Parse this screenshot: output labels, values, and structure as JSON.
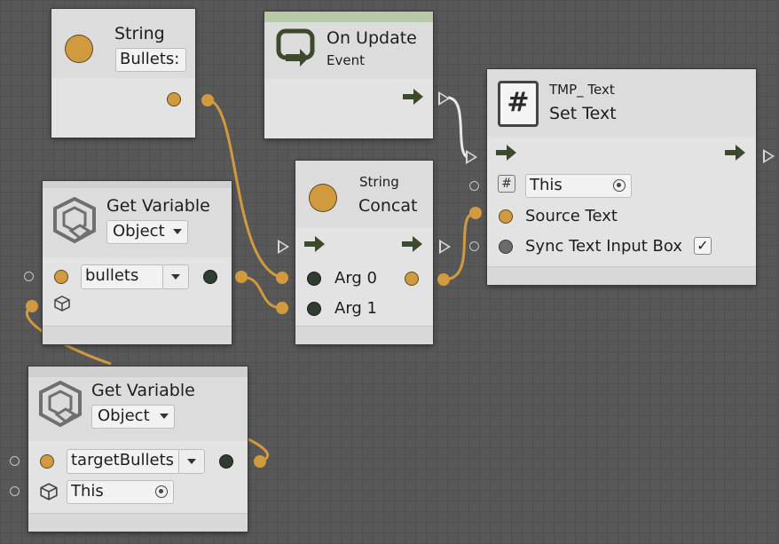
{
  "colors": {
    "canvas": "#585858",
    "node_body": "#e3e3e3",
    "value_port": "#d19a3e",
    "object_port": "#2f3d30",
    "bool_port": "#6b6b6b",
    "flow_arrow": "#3b4a2a",
    "event_bar": "#b8c9a8"
  },
  "string_node": {
    "title": "String",
    "value": "Bullets:"
  },
  "on_update": {
    "title": "On Update",
    "subtitle": "Event"
  },
  "get_variable_1": {
    "title": "Get Variable",
    "kind": "Object",
    "variable": "bullets"
  },
  "concat": {
    "category": "String",
    "title": "Concat",
    "arg0": "Arg 0",
    "arg1": "Arg 1"
  },
  "set_text": {
    "category": "TMP_ Text",
    "title": "Set Text",
    "target": "This",
    "port_source": "Source Text",
    "port_sync": "Sync Text Input Box",
    "sync_checked": "✓",
    "icon_glyph": "#"
  },
  "get_variable_2": {
    "title": "Get Variable",
    "kind": "Object",
    "variable": "targetBullets",
    "target": "This"
  }
}
